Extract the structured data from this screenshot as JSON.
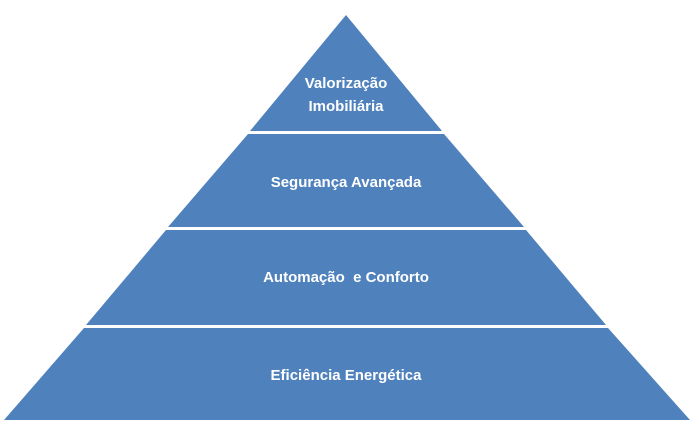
{
  "colors": {
    "tier_fill": "#4f81bd",
    "tier_separator": "#ffffff",
    "label_text": "#ffffff",
    "background": "#ffffff"
  },
  "pyramid": {
    "tiers": [
      {
        "level": "top",
        "lines": [
          "Valorização",
          "Imobiliária"
        ]
      },
      {
        "level": "second",
        "lines": [
          "Segurança Avançada"
        ]
      },
      {
        "level": "third",
        "lines": [
          "Automação  e Conforto"
        ]
      },
      {
        "level": "base",
        "lines": [
          "Eficiência Energética"
        ]
      }
    ]
  }
}
